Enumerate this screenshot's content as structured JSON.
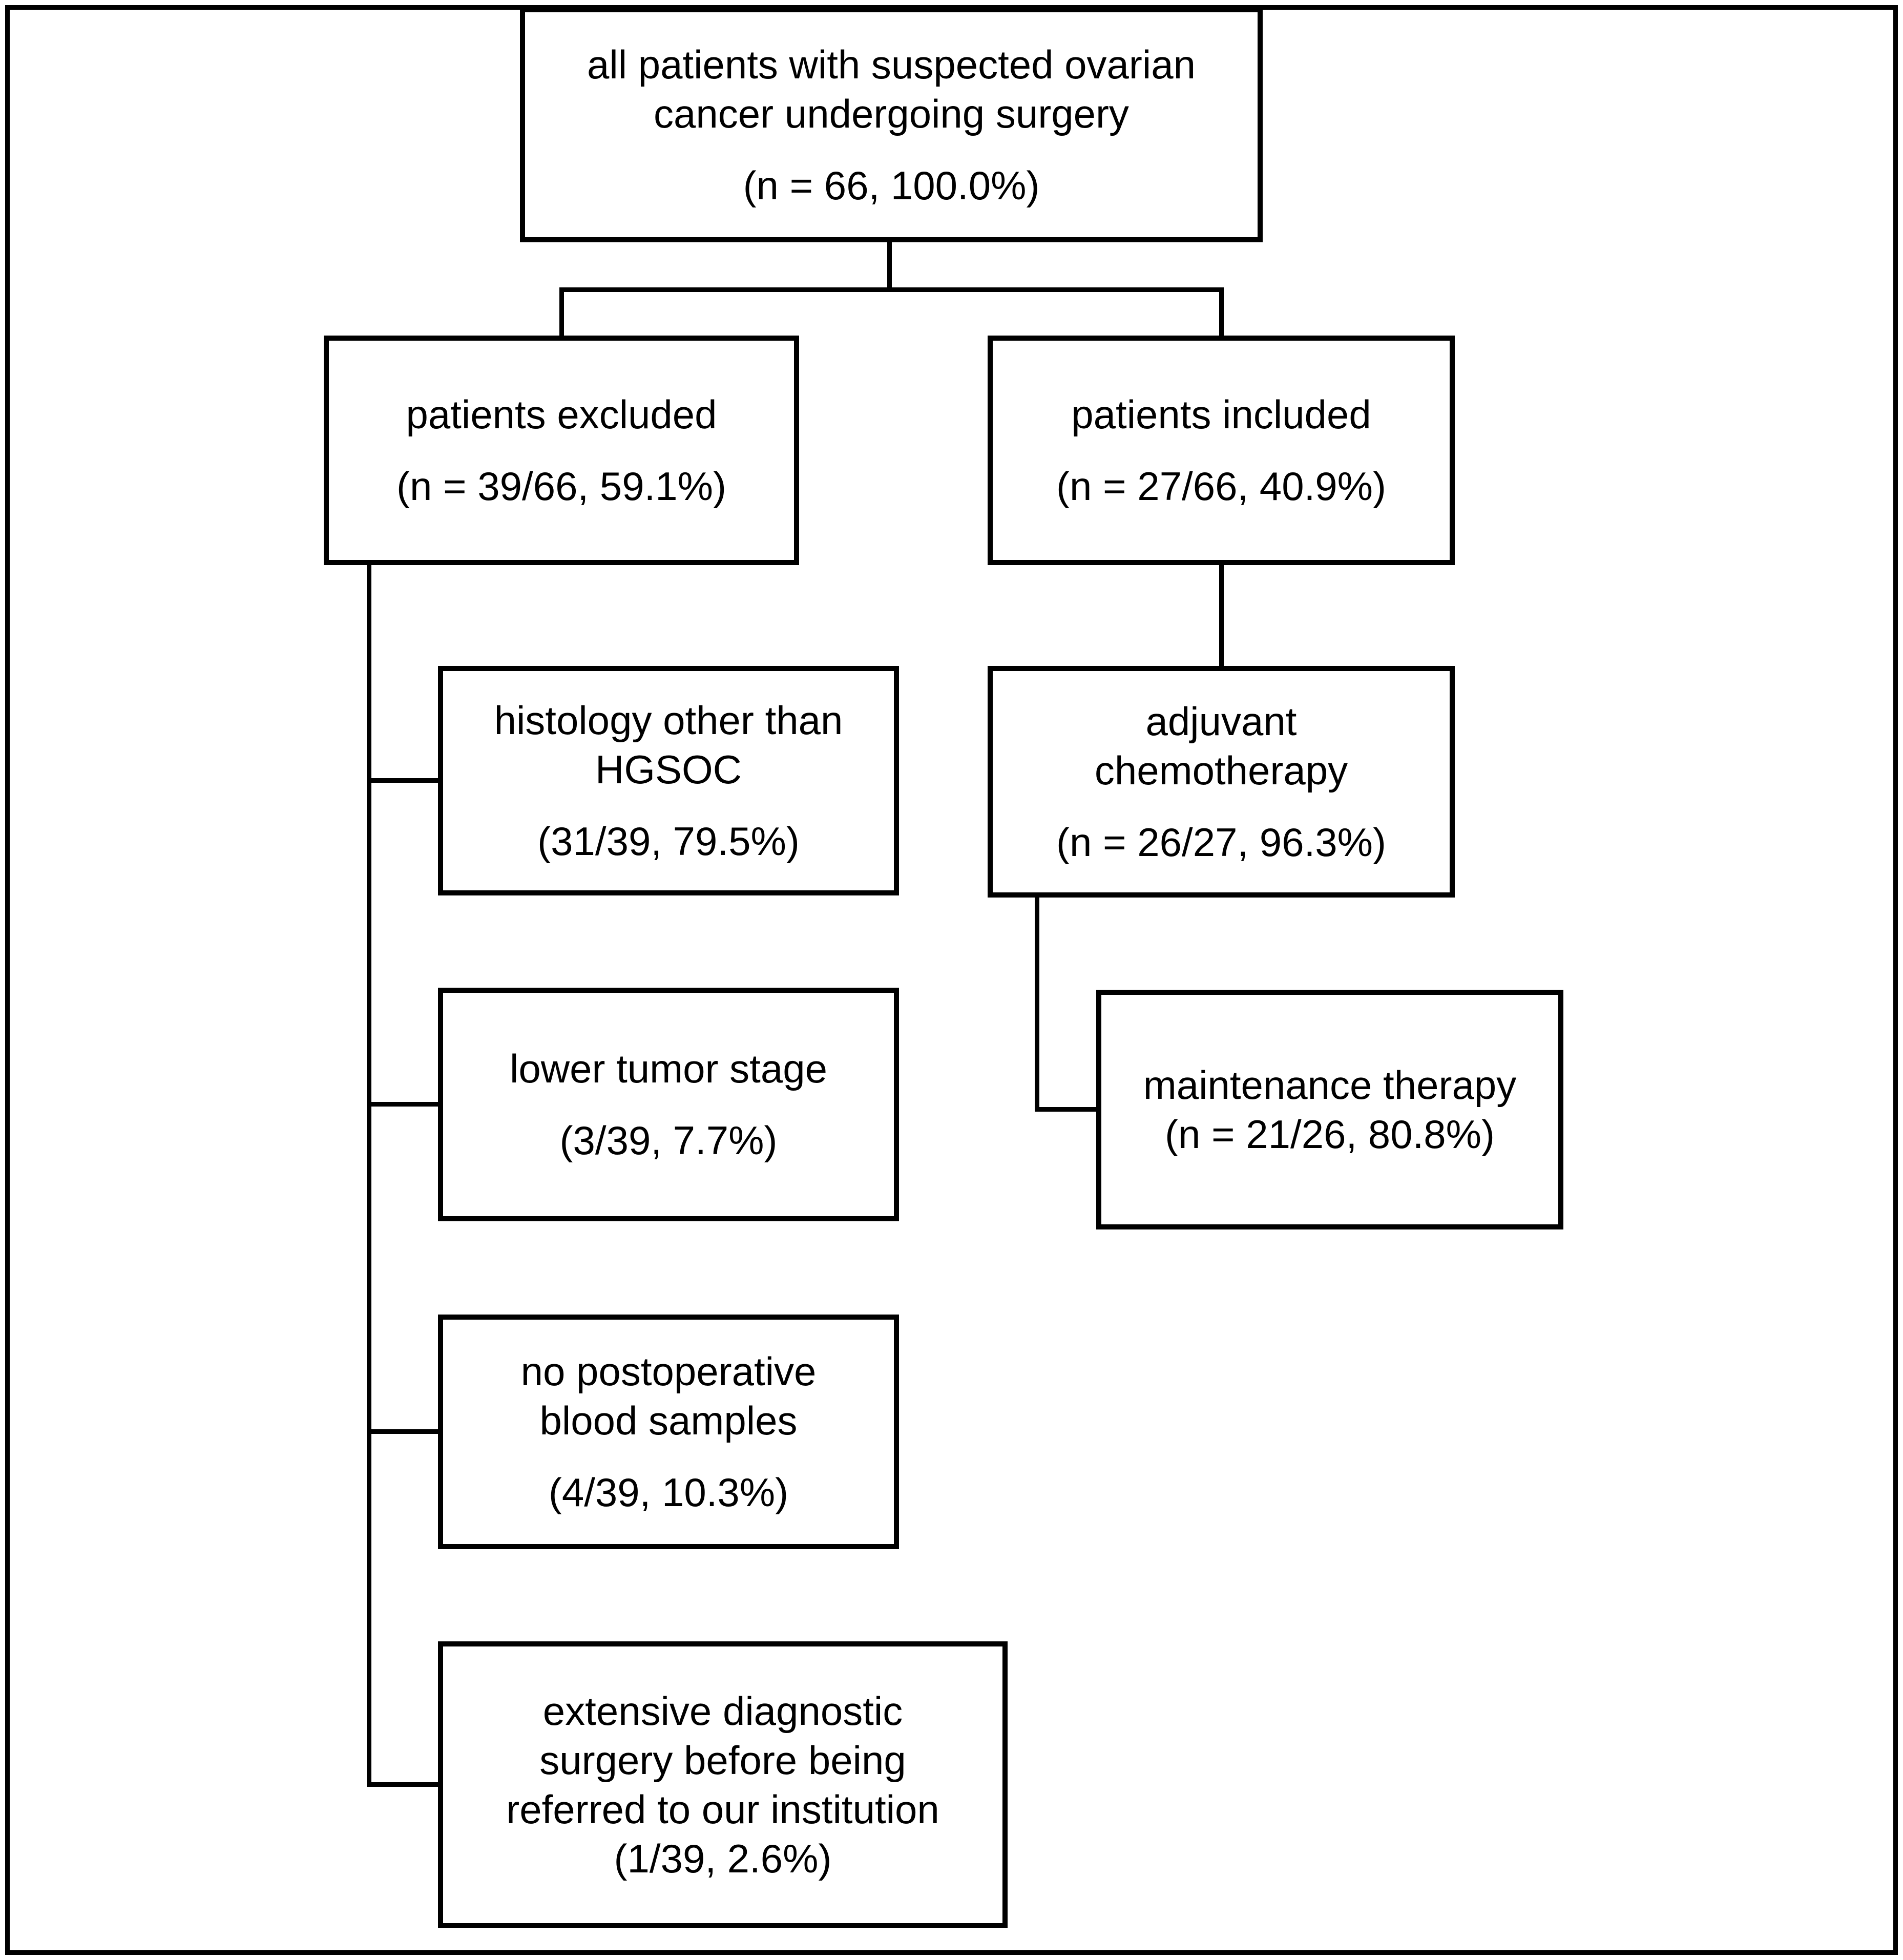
{
  "figure": {
    "type": "patient-flow-diagram",
    "background_color": "#ffffff",
    "line_color": "#000000"
  },
  "boxes": {
    "total": {
      "lines": [
        "all patients with suspected ovarian",
        "cancer undergoing surgery"
      ],
      "stats": "(n = 66, 100.0%)"
    },
    "excluded": {
      "lines": [
        "patients excluded"
      ],
      "stats": "(n = 39/66, 59.1%)"
    },
    "included": {
      "lines": [
        "patients included"
      ],
      "stats": "(n = 27/66, 40.9%)"
    },
    "histology": {
      "lines": [
        "histology other than",
        "HGSOC"
      ],
      "stats": "(31/39, 79.5%)"
    },
    "adjuvant": {
      "lines": [
        "adjuvant",
        "chemotherapy"
      ],
      "stats": "(n = 26/27, 96.3%)"
    },
    "lower_stage": {
      "lines": [
        "lower tumor stage"
      ],
      "stats": "(3/39, 7.7%)"
    },
    "maintenance": {
      "lines": [
        "maintenance therapy"
      ],
      "stats": "(n = 21/26, 80.8%)"
    },
    "no_blood": {
      "lines": [
        "no postoperative",
        "blood samples"
      ],
      "stats": "(4/39, 10.3%)"
    },
    "extensive": {
      "lines": [
        "extensive diagnostic",
        "surgery before being",
        "referred to our institution"
      ],
      "stats": "(1/39, 2.6%)"
    }
  },
  "edges": [
    {
      "from": "total",
      "to": "excluded"
    },
    {
      "from": "total",
      "to": "included"
    },
    {
      "from": "excluded",
      "to": "histology"
    },
    {
      "from": "excluded",
      "to": "lower_stage"
    },
    {
      "from": "excluded",
      "to": "no_blood"
    },
    {
      "from": "excluded",
      "to": "extensive"
    },
    {
      "from": "included",
      "to": "adjuvant"
    },
    {
      "from": "adjuvant",
      "to": "maintenance"
    }
  ]
}
